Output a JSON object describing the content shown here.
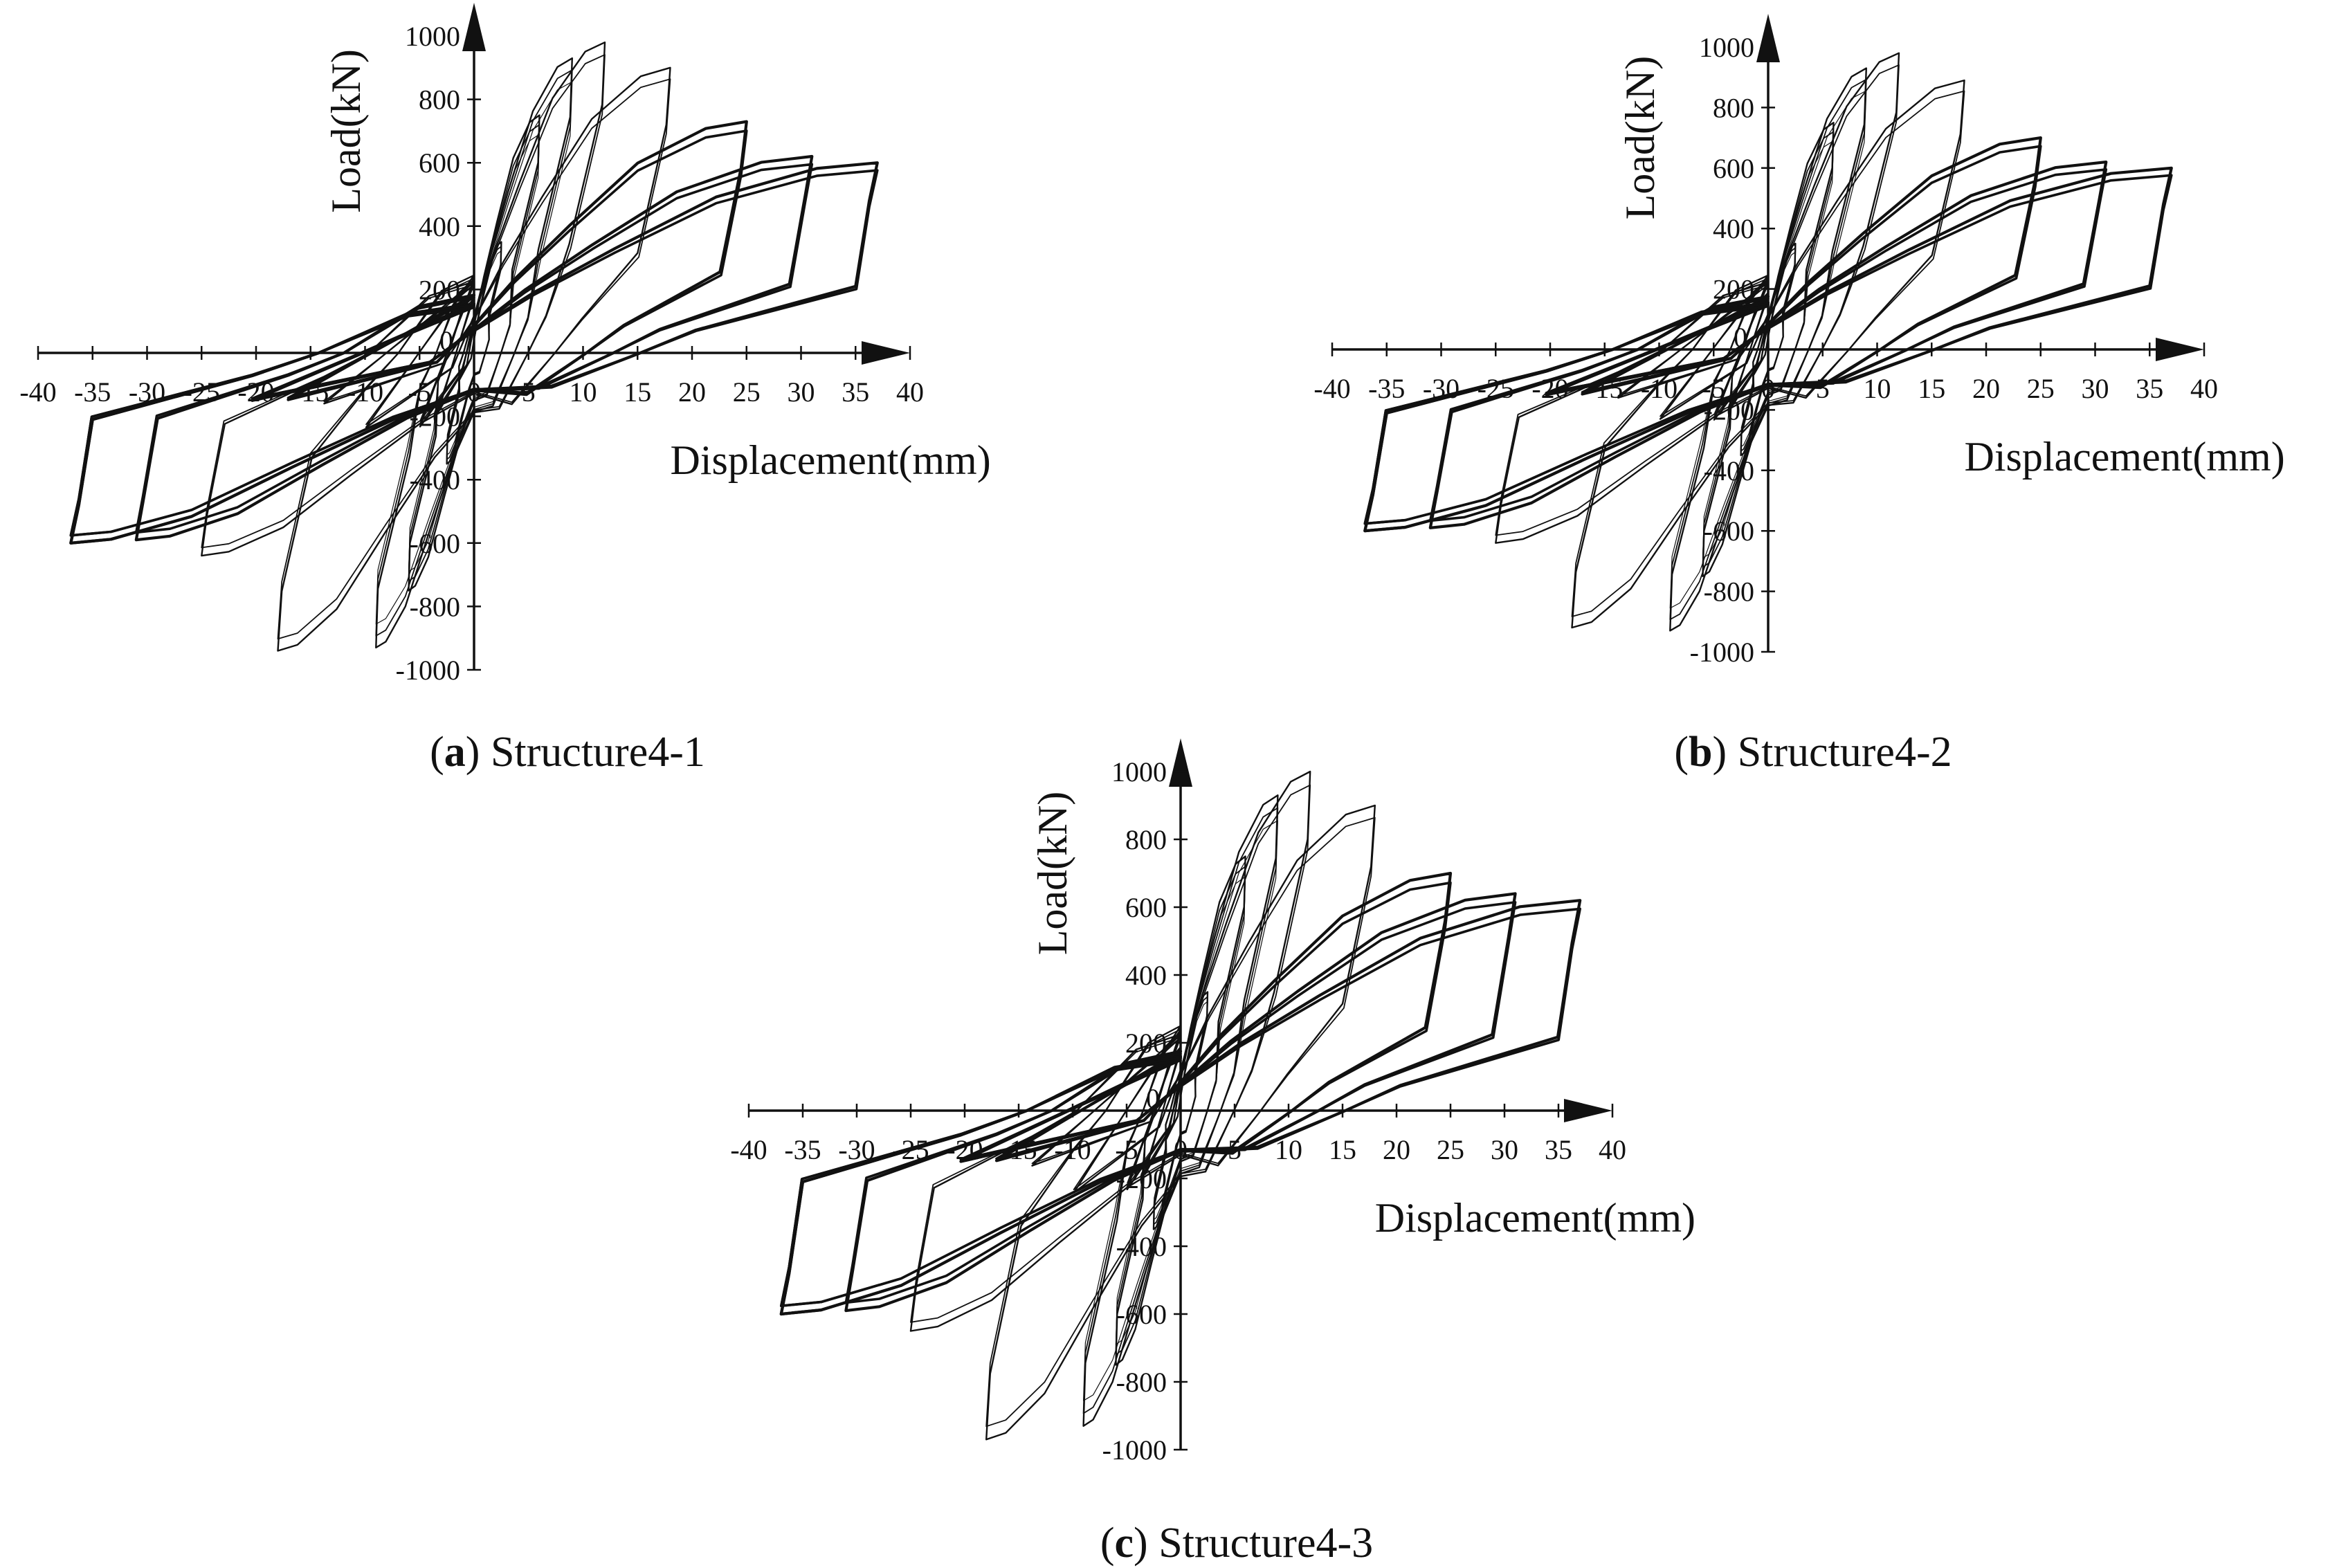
{
  "chart_data": [
    {
      "id": "a",
      "type": "line",
      "panel_letter": "a",
      "panel_title": "Structure4-1",
      "xlabel": "Displacement(mm)",
      "ylabel": "Load(kN)",
      "xlim": [
        -40,
        40
      ],
      "ylim": [
        -1000,
        1000
      ],
      "x_ticks": [
        -40,
        -35,
        -30,
        -25,
        -20,
        -15,
        -10,
        -5,
        0,
        5,
        10,
        15,
        20,
        25,
        30,
        35,
        40
      ],
      "y_ticks": [
        -1000,
        -800,
        -600,
        -400,
        -200,
        0,
        200,
        400,
        600,
        800,
        1000
      ],
      "grid": false,
      "legend": "none",
      "peak_loads": {
        "positive": [
          [
            2.5,
            350
          ],
          [
            6,
            750
          ],
          [
            9,
            930
          ],
          [
            12,
            980
          ],
          [
            18,
            900
          ],
          [
            25,
            730
          ],
          [
            31,
            620
          ],
          [
            37,
            600
          ]
        ],
        "negative": [
          [
            -2.5,
            -350
          ],
          [
            -6,
            -750
          ],
          [
            -9,
            -930
          ],
          [
            -18,
            -940
          ],
          [
            -25,
            -640
          ],
          [
            -31,
            -590
          ],
          [
            -37,
            -600
          ]
        ]
      }
    },
    {
      "id": "b",
      "type": "line",
      "panel_letter": "b",
      "panel_title": "Structure4-2",
      "xlabel": "Displacement(mm)",
      "ylabel": "Load(kN)",
      "xlim": [
        -40,
        40
      ],
      "ylim": [
        -1000,
        1000
      ],
      "x_ticks": [
        -40,
        -35,
        -30,
        -25,
        -20,
        -15,
        -10,
        -5,
        0,
        5,
        10,
        15,
        20,
        25,
        30,
        35,
        40
      ],
      "y_ticks": [
        -1000,
        -800,
        -600,
        -400,
        -200,
        0,
        200,
        400,
        600,
        800,
        1000
      ],
      "grid": false,
      "legend": "none",
      "peak_loads": {
        "positive": [
          [
            2.5,
            350
          ],
          [
            6,
            750
          ],
          [
            9,
            930
          ],
          [
            12,
            980
          ],
          [
            18,
            890
          ],
          [
            25,
            700
          ],
          [
            31,
            620
          ],
          [
            37,
            600
          ]
        ],
        "negative": [
          [
            -2.5,
            -350
          ],
          [
            -6,
            -750
          ],
          [
            -9,
            -930
          ],
          [
            -18,
            -920
          ],
          [
            -25,
            -640
          ],
          [
            -31,
            -590
          ],
          [
            -37,
            -600
          ]
        ]
      }
    },
    {
      "id": "c",
      "type": "line",
      "panel_letter": "c",
      "panel_title": "Structure4-3",
      "xlabel": "Displacement(mm)",
      "ylabel": "Load(kN)",
      "xlim": [
        -40,
        40
      ],
      "ylim": [
        -1000,
        1000
      ],
      "x_ticks": [
        -40,
        -35,
        -30,
        -25,
        -20,
        -15,
        -10,
        -5,
        0,
        5,
        10,
        15,
        20,
        25,
        30,
        35,
        40
      ],
      "y_ticks": [
        -1000,
        -800,
        -600,
        -400,
        -200,
        0,
        200,
        400,
        600,
        800,
        1000
      ],
      "grid": false,
      "legend": "none",
      "peak_loads": {
        "positive": [
          [
            2.5,
            350
          ],
          [
            6,
            750
          ],
          [
            9,
            930
          ],
          [
            12,
            1000
          ],
          [
            18,
            900
          ],
          [
            25,
            700
          ],
          [
            31,
            640
          ],
          [
            37,
            620
          ]
        ],
        "negative": [
          [
            -2.5,
            -350
          ],
          [
            -6,
            -750
          ],
          [
            -9,
            -930
          ],
          [
            -18,
            -970
          ],
          [
            -25,
            -650
          ],
          [
            -31,
            -590
          ],
          [
            -37,
            -600
          ]
        ]
      }
    }
  ]
}
